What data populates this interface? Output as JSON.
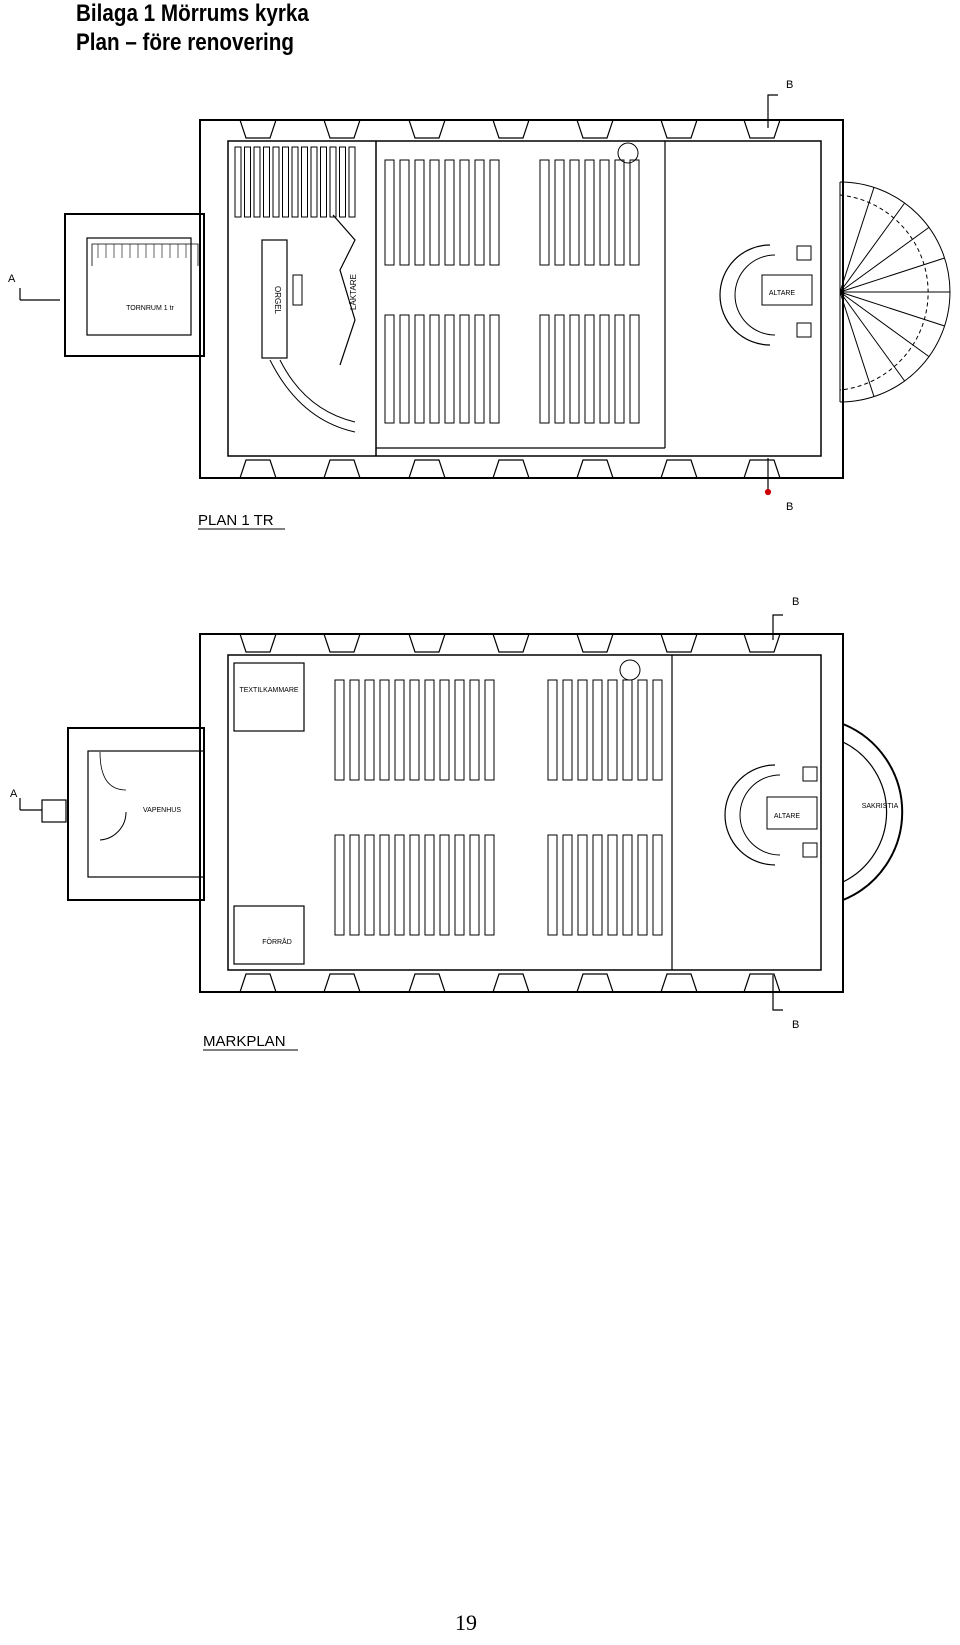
{
  "header": {
    "line1": "Bilaga 1 Mörrums kyrka",
    "line2": "Plan – före renovering"
  },
  "plan_upper": {
    "caption": "PLAN 1 TR",
    "rooms": {
      "tower": "TORNRUM 1 tr",
      "organ": "ORGEL",
      "gallery": "LÄKTARE",
      "altar": "ALTARE"
    },
    "section_marks": {
      "a": "A",
      "b_top": "B",
      "b_bottom": "B"
    }
  },
  "plan_lower": {
    "caption": "MARKPLAN",
    "rooms": {
      "textile": "TEXTILKAMMARE",
      "porch": "VAPENHUS",
      "storage": "FÖRRÅD",
      "altar": "ALTARE",
      "sacristy": "SAKRISTIA"
    },
    "section_marks": {
      "a": "A",
      "b_top": "B",
      "b_bottom": "B"
    }
  },
  "footer": {
    "page_number": "19"
  }
}
